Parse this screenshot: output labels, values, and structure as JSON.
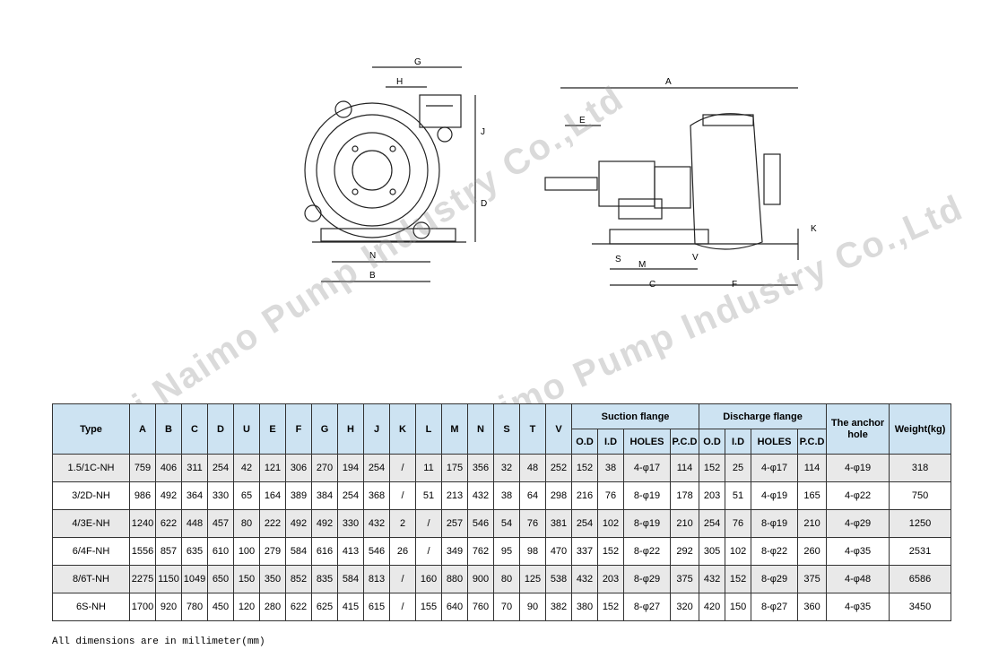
{
  "drawing_labels": {
    "left": [
      "G",
      "H",
      "J",
      "D",
      "N",
      "B"
    ],
    "right": [
      "A",
      "E",
      "K",
      "S",
      "M",
      "V",
      "C",
      "F"
    ]
  },
  "watermarks": [
    "Hebei Naimo Pump Industry Co.,Ltd",
    "Naimo Pump Industry Co.,Ltd"
  ],
  "table": {
    "type_header": "Type",
    "dim_headers": [
      "A",
      "B",
      "C",
      "D",
      "U",
      "E",
      "F",
      "G",
      "H",
      "J",
      "K",
      "L",
      "M",
      "N",
      "S",
      "T",
      "V"
    ],
    "suction_header": "Suction flange",
    "discharge_header": "Discharge flange",
    "flange_sub": [
      "O.D",
      "I.D",
      "HOLES",
      "P.C.D"
    ],
    "anchor_header": "The anchor hole",
    "weight_header": "Weight(kg)",
    "rows": [
      [
        "1.5/1C-NH",
        "759",
        "406",
        "311",
        "254",
        "42",
        "121",
        "306",
        "270",
        "194",
        "254",
        "/",
        "11",
        "175",
        "356",
        "32",
        "48",
        "252",
        "152",
        "38",
        "4-φ17",
        "114",
        "152",
        "25",
        "4-φ17",
        "114",
        "4-φ19",
        "318"
      ],
      [
        "3/2D-NH",
        "986",
        "492",
        "364",
        "330",
        "65",
        "164",
        "389",
        "384",
        "254",
        "368",
        "/",
        "51",
        "213",
        "432",
        "38",
        "64",
        "298",
        "216",
        "76",
        "8-φ19",
        "178",
        "203",
        "51",
        "4-φ19",
        "165",
        "4-φ22",
        "750"
      ],
      [
        "4/3E-NH",
        "1240",
        "622",
        "448",
        "457",
        "80",
        "222",
        "492",
        "492",
        "330",
        "432",
        "2",
        "/",
        "257",
        "546",
        "54",
        "76",
        "381",
        "254",
        "102",
        "8-φ19",
        "210",
        "254",
        "76",
        "8-φ19",
        "210",
        "4-φ29",
        "1250"
      ],
      [
        "6/4F-NH",
        "1556",
        "857",
        "635",
        "610",
        "100",
        "279",
        "584",
        "616",
        "413",
        "546",
        "26",
        "/",
        "349",
        "762",
        "95",
        "98",
        "470",
        "337",
        "152",
        "8-φ22",
        "292",
        "305",
        "102",
        "8-φ22",
        "260",
        "4-φ35",
        "2531"
      ],
      [
        "8/6T-NH",
        "2275",
        "1150",
        "1049",
        "650",
        "150",
        "350",
        "852",
        "835",
        "584",
        "813",
        "/",
        "160",
        "880",
        "900",
        "80",
        "125",
        "538",
        "432",
        "203",
        "8-φ29",
        "375",
        "432",
        "152",
        "8-φ29",
        "375",
        "4-φ48",
        "6586"
      ],
      [
        "6S-NH",
        "1700",
        "920",
        "780",
        "450",
        "120",
        "280",
        "622",
        "625",
        "415",
        "615",
        "/",
        "155",
        "640",
        "760",
        "70",
        "90",
        "382",
        "380",
        "152",
        "8-φ27",
        "320",
        "420",
        "150",
        "8-φ27",
        "360",
        "4-φ35",
        "3450"
      ]
    ]
  },
  "footnote": "All dimensions are in millimeter(mm)"
}
